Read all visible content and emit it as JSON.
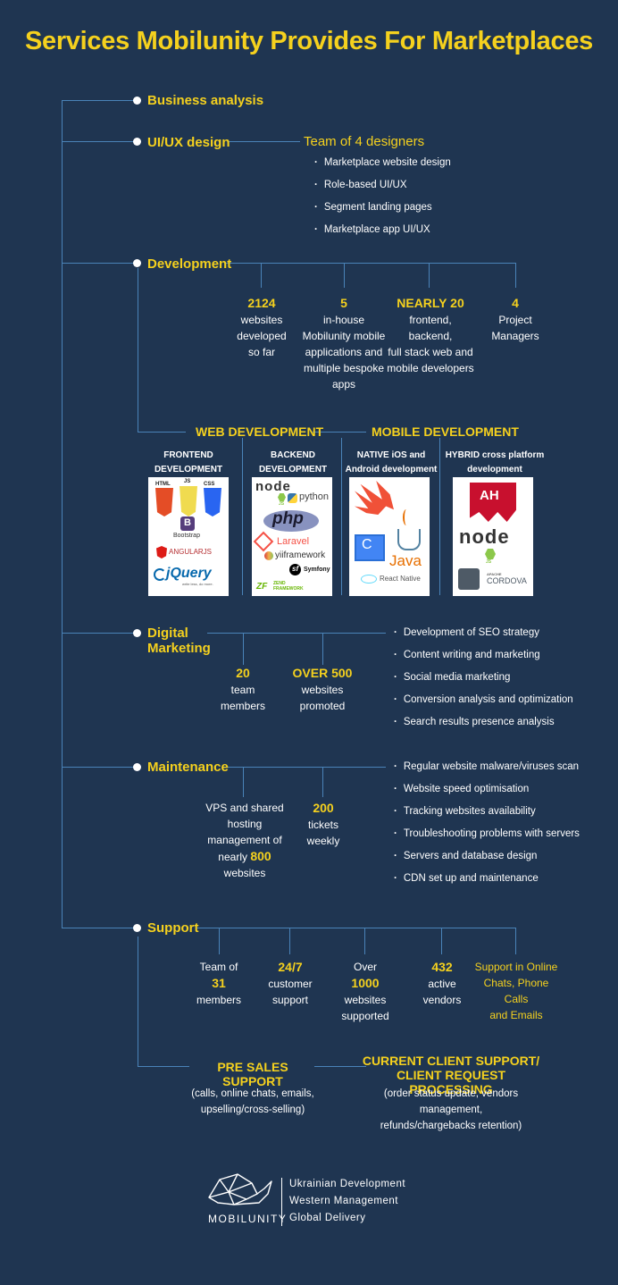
{
  "title": "Services Mobilunity Provides For Marketplaces",
  "sections": {
    "business_analysis": "Business analysis",
    "uiux": "UI/UX design",
    "development": "Development",
    "digital_marketing_1": "Digital",
    "digital_marketing_2": "Marketing",
    "maintenance": "Maintenance",
    "support": "Support"
  },
  "uiux": {
    "team": "Team of 4 designers",
    "items": [
      "Marketplace website design",
      "Role-based UI/UX",
      "Segment landing pages",
      "Marketplace app UI/UX"
    ]
  },
  "development": {
    "stats": [
      {
        "num": "2124",
        "lines": [
          "websites",
          "developed",
          "so far"
        ]
      },
      {
        "num": "5",
        "lines": [
          "in-house",
          "Mobilunity mobile",
          "applications and",
          "multiple bespoke",
          "apps"
        ]
      },
      {
        "num": "NEARLY 20",
        "lines": [
          "frontend,",
          "backend,",
          "full stack web and",
          "mobile developers"
        ]
      },
      {
        "num": "4",
        "lines": [
          "Project",
          "Managers"
        ]
      }
    ],
    "web_heading": "WEB DEVELOPMENT",
    "mobile_heading": "MOBILE DEVELOPMENT",
    "columns": [
      {
        "l1": "FRONTEND",
        "l2": "DEVELOPMENT"
      },
      {
        "l1": "BACKEND",
        "l2": "DEVELOPMENT"
      },
      {
        "l1": "NATIVE iOS and",
        "l2": "Android development"
      },
      {
        "l1": "HYBRID cross platform",
        "l2": "development"
      }
    ],
    "logos": {
      "html5": "HTML",
      "js": "JS",
      "css3": "CSS",
      "bootstrap_b": "B",
      "bootstrap": "Bootstrap",
      "angular": "ANGULARJS",
      "jquery": "jQuery",
      "jquery_tag": "write less, do more.",
      "node": "node",
      "node_js": "JS",
      "python": "python",
      "php": "php",
      "laravel": "Laravel",
      "yii": "yiiframework",
      "symfony_sf": "sf",
      "symfony": "Symfony",
      "zend_z": "ZF",
      "zend_1": "ZEND",
      "zend_2": "FRAMEWORK",
      "java": "Java",
      "react": "React Native",
      "ah": "AH",
      "cordova_apache": "APACHE",
      "cordova": "CORDOVA"
    }
  },
  "digital_marketing": {
    "stats": [
      {
        "num": "20",
        "lines": [
          "team",
          "members"
        ]
      },
      {
        "num": "OVER 500",
        "lines": [
          "websites",
          "promoted"
        ]
      }
    ],
    "items": [
      "Development of SEO strategy",
      "Content writing and marketing",
      "Social media marketing",
      "Conversion analysis and optimization",
      "Search results presence analysis"
    ]
  },
  "maintenance": {
    "vps": {
      "l1": "VPS and shared",
      "l2": "hosting",
      "l3": "management of",
      "l4_pre": "nearly ",
      "l4_num": "800",
      "l5": "websites"
    },
    "tickets": {
      "num": "200",
      "lines": [
        "tickets",
        "weekly"
      ]
    },
    "items": [
      "Regular website malware/viruses scan",
      "Website speed optimisation",
      "Tracking websites availability",
      "Troubleshooting problems with servers",
      "Servers and database design",
      "CDN set up and maintenance"
    ]
  },
  "support": {
    "team": {
      "pre": "Team of",
      "num": "31",
      "post": "members"
    },
    "s247": {
      "num": "24/7",
      "lines": [
        "customer",
        "support"
      ]
    },
    "s1000": {
      "pre": "Over",
      "num": "1000",
      "lines": [
        "websites",
        "supported"
      ]
    },
    "s432": {
      "num": "432",
      "lines": [
        "active",
        "vendors"
      ]
    },
    "online": [
      "Support in Online",
      "Chats, Phone Calls",
      "and Emails"
    ],
    "pre_sales": {
      "head": "PRE SALES SUPPORT",
      "lines": [
        "(calls, online chats, emails,",
        "upselling/cross-selling)"
      ]
    },
    "current": {
      "head1": "CURRENT CLIENT SUPPORT/",
      "head2": "CLIENT REQUEST PROCESSING",
      "lines": [
        "(order status update, vendors management,",
        "refunds/chargebacks retention)"
      ]
    }
  },
  "footer": {
    "brand": "MOBILUNITY",
    "lines": [
      "Ukrainian Development",
      "Western Management",
      "Global Delivery"
    ]
  },
  "colors": {
    "background": "#1f3551",
    "accent": "#f5d11e",
    "line": "#4a83b8"
  }
}
